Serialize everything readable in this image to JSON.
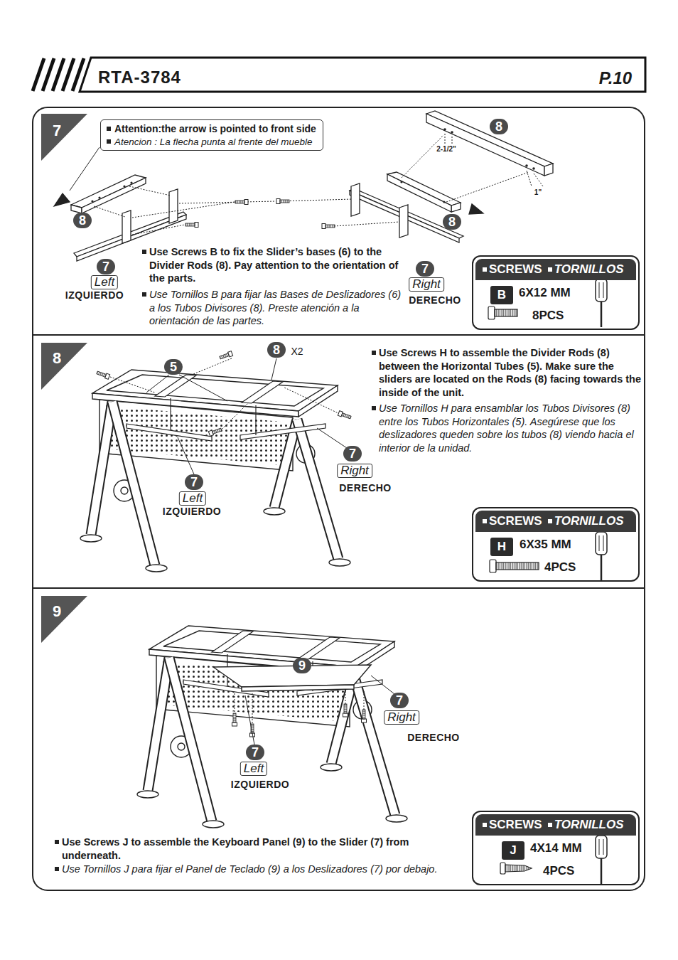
{
  "diagram": {
    "title": "RTA-3784",
    "nodes": [
      {
        "text": [
          "7",
          "Use Screws B to fix the Slider’s bases (6) to the Divider Rods (8). Pay attention to the orientation of the parts.",
          "Use Tornillos B para fijar las Bases de Deslizadores (6) a los Tubos Divisores (8). Preste atención a la orientación de las partes."
        ]
      },
      {
        "text": [
          "Attention:the arrow is pointed to front side",
          "Atencion : La flecha punta al frente del mueble"
        ],
        "in": 0
      },
      {
        "text": [
          "SCREWS",
          "TORNILLOS",
          "6X12 MM",
          "8PCS"
        ],
        "in": 0
      },
      {
        "text": [
          "B"
        ],
        "in": 2
      },
      {
        "text": [
          "8",
          "Use Screws H to assemble the Divider Rods (8) between the Horizontal Tubes (5). Make sure the sliders are located on the Rods (8) facing towards the inside of the unit.",
          "Use Tornillos H para ensamblar los Tubos Divisores (8) entre los Tubos Horizontales (5). Asegúrese que los deslizadores queden sobre los tubos (8) viendo hacia el interior de la unidad."
        ]
      },
      {
        "text": [
          "SCREWS",
          "TORNILLOS",
          "6X35 MM",
          "4PCS"
        ],
        "in": 4
      },
      {
        "text": [
          "H"
        ],
        "in": 5
      },
      {
        "text": [
          "9",
          "Use Screws J to assemble the Keyboard Panel (9) to the Slider (7) from underneath.",
          "Use Tornillos J para fijar el Panel de Teclado (9) a los Deslizadores (7) por debajo."
        ]
      },
      {
        "text": [
          "SCREWS",
          "TORNILLOS",
          "4X14 MM",
          "4PCS"
        ],
        "in": 7
      },
      {
        "text": [
          "J"
        ],
        "in": 8
      }
    ],
    "labels": [
      "P.10",
      "8",
      "2-1/2\"",
      "1\"",
      "8",
      "8",
      "7",
      "Left",
      "IZQUIERDO",
      "7",
      "Right",
      "DERECHO",
      "8",
      "X2",
      "5",
      "7",
      "Right",
      "DERECHO",
      "7",
      "Left",
      "IZQUIERDO",
      "9",
      "7",
      "Right",
      "DERECHO",
      "7",
      "Left",
      "IZQUIERDO"
    ]
  }
}
